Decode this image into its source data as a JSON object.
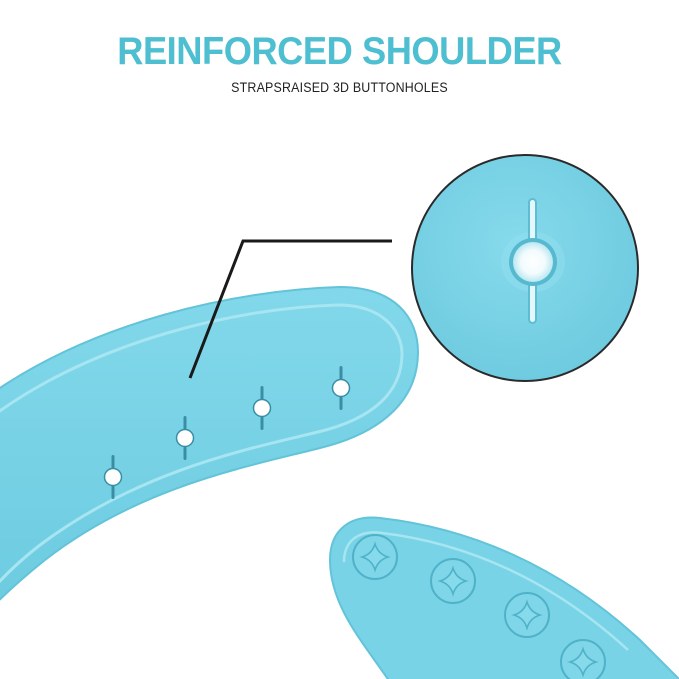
{
  "heading": {
    "title": "REINFORCED SHOULDER",
    "subtitle": "STRAPSRAISED 3D BUTTONHOLES"
  },
  "colors": {
    "title": "#4dbfd0",
    "subtitle": "#222222",
    "silicone": "#78d3e6",
    "silicone_edge": "#63c3d9",
    "silicone_shadow": "#4fb2c8",
    "callout_line": "#1a1a1a",
    "background": "#ffffff"
  },
  "icons": {
    "strap": "shoulder-strap",
    "buttonhole": "raised-buttonhole",
    "snap_button": "four-point-star-button"
  },
  "strap": {
    "buttonhole_count": 4
  },
  "snap_strap": {
    "button_count": 4
  }
}
